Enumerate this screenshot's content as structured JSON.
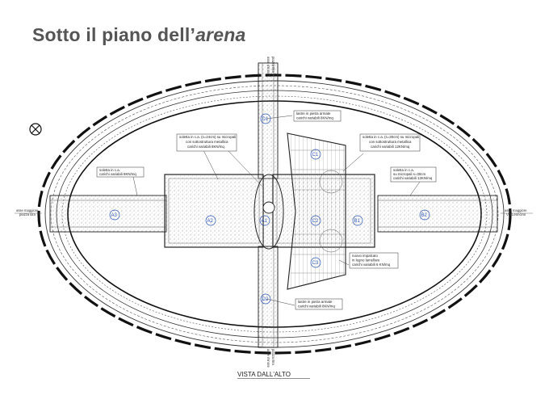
{
  "page": {
    "title_main": "Sotto il piano dell’",
    "title_italic": "arena"
  },
  "drawing": {
    "notes": {
      "north_top_a": "lastre in pietra armate",
      "north_top_b": "carichi variabili 8KN/mq",
      "center_a": "soletta in c.a. (s=24cm) su micropali",
      "center_b": "con sottostruttura metallica",
      "center_c": "carichi variabili 8KN/mq",
      "right_a": "soletta in c.a. (s=30cm) su micropali",
      "right_b": "con sottostruttura metallica",
      "right_c": "carichi variabili 12KN/mq",
      "left_a": "soletta in c.a.",
      "left_b": "carichi variabili 8KN/mq",
      "far_right_a": "soletta in c.a.",
      "far_right_b": "su micropali s=30cm",
      "far_right_c": "carichi variabili 12KN/mq",
      "floor_a": "nuovo impalcato",
      "floor_b": "in legno lamellare",
      "floor_c": "carichi variabili 6 KN/mq",
      "south_a": "lastre in pietra armate",
      "south_b": "carichi variabili 8KN/mq"
    },
    "sides": {
      "left_a": "asse maggiore",
      "left_b": "piazza Bra",
      "right_a": "asse maggiore",
      "right_b": "Via Leoncino",
      "top_a": "asse minore",
      "top_b": "piazza Bra",
      "bottom_a": "asse minore",
      "bottom_b": "piazza Bra"
    },
    "labels": {
      "a3": "A3",
      "a2": "A2",
      "a1": "A1",
      "b1": "B1",
      "b2": "B2",
      "c1": "C1",
      "c2": "C2",
      "c3": "C3",
      "d1": "D1",
      "d2": "D2"
    },
    "bottom_title": "VISTA DALL'ALTO"
  }
}
